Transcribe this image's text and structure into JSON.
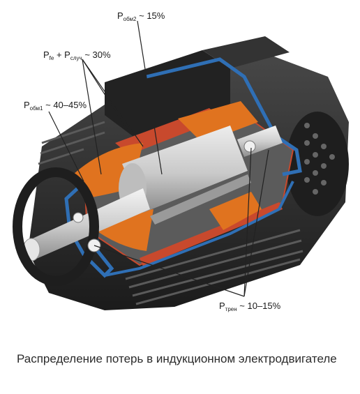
{
  "labels": {
    "p_obm2": {
      "main": "P",
      "sub": "обм2",
      "value": "~ 15%"
    },
    "p_fe": {
      "main": "P",
      "sub": "fe",
      "plus": "+ P",
      "sub2": "случ",
      "value": "~ 30%"
    },
    "p_obm1": {
      "main": "P",
      "sub": "обм1",
      "value": "~ 40–45%"
    },
    "p_tren": {
      "main": "P",
      "sub": "трен",
      "value": "~ 10–15%"
    }
  },
  "caption": "Распределение потерь в индукционном электродвигателе",
  "colors": {
    "housing": "#2a2a2a",
    "fins": "#3a3a3a",
    "winding": "#e0731f",
    "shaft": "#d4d4d4",
    "bearing_shield": "#2f6fb5",
    "stator_core": "#c8492d"
  }
}
